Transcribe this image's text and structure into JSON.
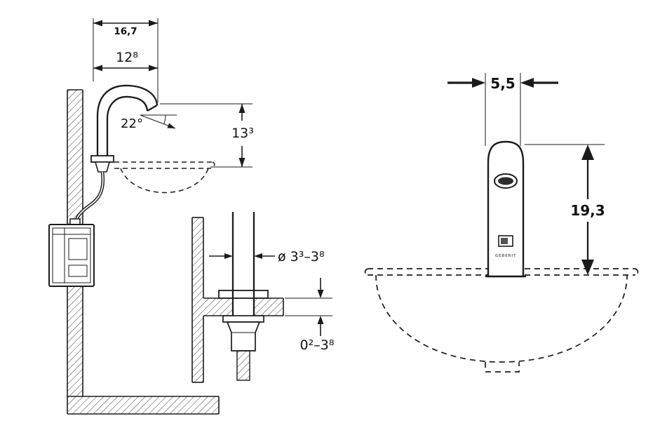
{
  "diagram": {
    "brand": "GEBERIT",
    "left_view": {
      "dim_overall_width": "16,7",
      "dim_spout_width": "12⁸",
      "dim_spout_angle": "22°",
      "dim_spout_height": "13³"
    },
    "detail_view": {
      "dim_pipe_diameter": "ø 3³–3⁸",
      "dim_counter_thickness": "0²–3⁸"
    },
    "right_view": {
      "dim_faucet_width": "5,5",
      "dim_faucet_height": "19,3"
    }
  }
}
